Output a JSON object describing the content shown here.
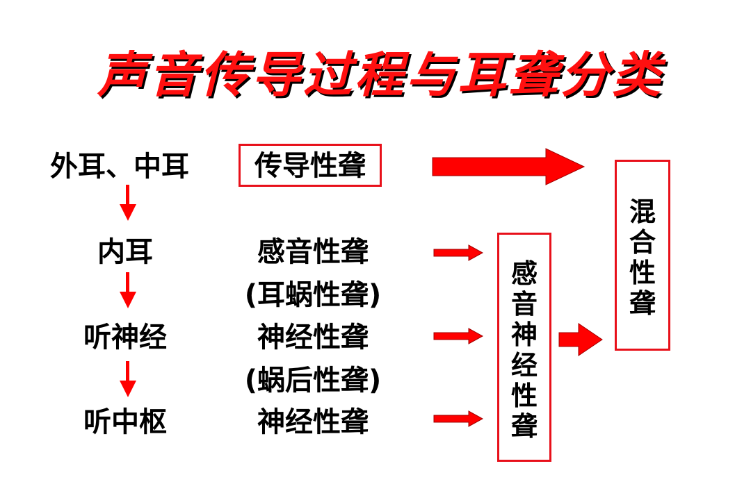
{
  "title": "声音传导过程与耳聋分类",
  "pathway": {
    "outer_middle": "外耳、中耳",
    "inner": "内耳",
    "nerve": "听神经",
    "center": "听中枢"
  },
  "types": {
    "conductive": "传导性聋",
    "sensory": "感音性聋",
    "cochlear": "(耳蜗性聋)",
    "neural_1": "神经性聋",
    "retrocochlear": "(蜗后性聋)",
    "neural_2": "神经性聋"
  },
  "groups": {
    "sensorineural_chars": [
      "感",
      "音",
      "神",
      "经",
      "性",
      "聋"
    ],
    "mixed_chars": [
      "混",
      "合",
      "性",
      "聋"
    ]
  },
  "colors": {
    "accent": "#e8101a",
    "arrow": "#ff0000",
    "title": "#ff1010",
    "text": "#000000"
  }
}
